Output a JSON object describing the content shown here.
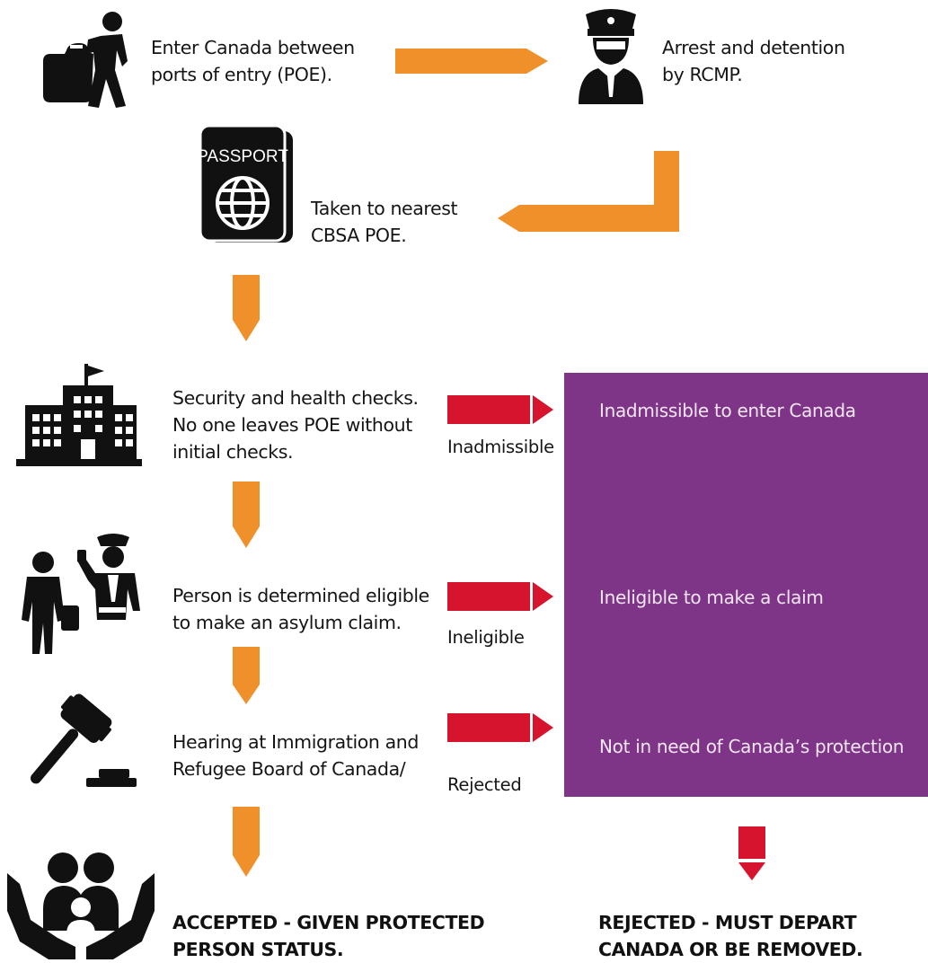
{
  "colors": {
    "orange": "#f0902a",
    "red": "#d6142e",
    "purple": "#7f3587",
    "icon": "#111111"
  },
  "steps": {
    "enter_line1": "Enter Canada between",
    "enter_line2": "ports of entry (POE).",
    "arrest_line1": "Arrest and detention",
    "arrest_line2": "by RCMP.",
    "taken_line1": "Taken to nearest",
    "taken_line2": "CBSA POE.",
    "security_line1": "Security and health checks.",
    "security_line2": "No one leaves POE without",
    "security_line3": "initial checks.",
    "eligible_line1": "Person is determined eligible",
    "eligible_line2": "to make an asylum claim.",
    "hearing_line1": "Hearing at Immigration and",
    "hearing_line2": "Refugee Board of Canada/"
  },
  "passport_label": "PASSPORT",
  "branch_labels": {
    "inadmissible": "Inadmissible",
    "ineligible": "Ineligible",
    "rejected": "Rejected"
  },
  "purple_box": {
    "inadmissible": "Inadmissible to enter Canada",
    "ineligible": "Ineligible to make a claim",
    "not_in_need": "Not in need of Canada’s protection"
  },
  "outcomes": {
    "accepted_line1": "ACCEPTED - GIVEN PROTECTED",
    "accepted_line2": "PERSON STATUS.",
    "rejected_line1": "REJECTED - MUST DEPART",
    "rejected_line2": "CANADA OR BE REMOVED."
  },
  "icons": [
    "traveler-icon",
    "police-officer-icon",
    "passport-icon",
    "government-building-icon",
    "officer-with-traveler-icon",
    "gavel-icon",
    "protected-family-hands-icon"
  ]
}
